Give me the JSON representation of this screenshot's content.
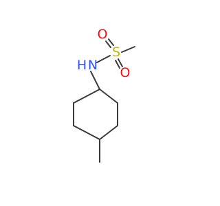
{
  "molecule": {
    "atoms": {
      "nitrogen": {
        "symbol": "N",
        "hydrogen": "H",
        "color": "#3050f8"
      },
      "sulfur": {
        "symbol": "S",
        "color": "#c8b400"
      },
      "oxygen_upper": {
        "symbol": "O",
        "color": "#ff0d0d"
      },
      "oxygen_lower": {
        "symbol": "O",
        "color": "#ff0d0d"
      }
    },
    "bond_color": "#3a3a3a"
  }
}
